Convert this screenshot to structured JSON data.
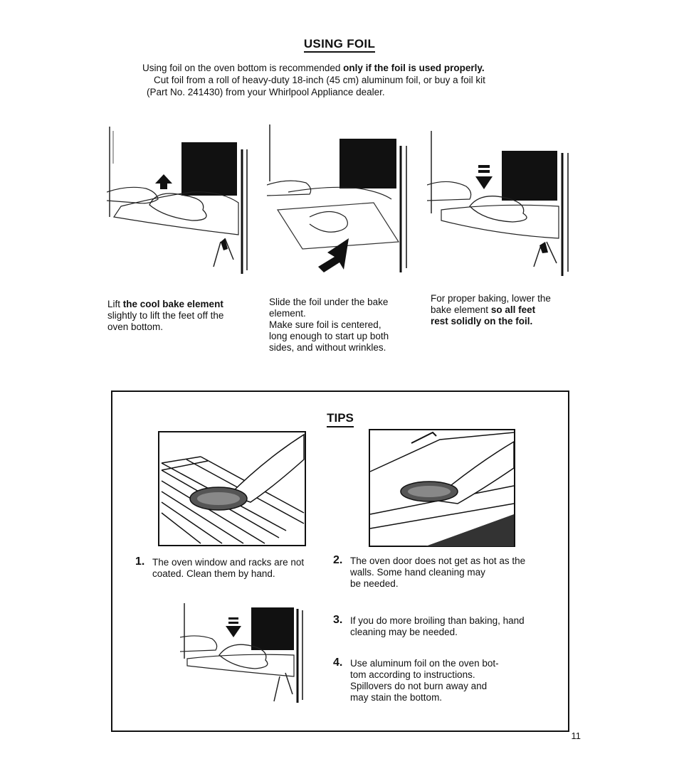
{
  "page": {
    "title": "USING FOIL",
    "page_number": "11"
  },
  "intro": {
    "line1_regular": "Using foil on the oven bottom is recommended ",
    "line1_bold": "only if the foil is used properly.",
    "line2": "Cut foil from a roll of heavy-duty 18-inch (45 cm) aluminum foil, or buy a foil kit",
    "line3": "(Part No. 241430) from your Whirlpool Appliance dealer."
  },
  "steps": [
    {
      "caption_parts": {
        "a_regular": "Lift ",
        "a_bold": "the cool bake element",
        "b": "slightly to lift the feet off the",
        "c": "oven bottom."
      }
    },
    {
      "caption_lines": [
        "Slide the foil under the bake",
        "element.",
        "Make sure foil is centered,",
        "long enough to start up both",
        "sides, and without wrinkles."
      ]
    },
    {
      "caption_parts": {
        "a": "For proper baking, lower the",
        "b_regular": "bake element ",
        "b_bold": "so all feet",
        "c_bold": "rest solidly on the foil."
      }
    }
  ],
  "tips": {
    "title": "TIPS",
    "items": [
      {
        "number": "1.",
        "lines": [
          "The oven window and racks are not",
          "coated. Clean them by hand."
        ]
      },
      {
        "number": "2.",
        "lines": [
          "The oven door does not get as hot as the",
          "walls. Some hand cleaning may",
          "be needed."
        ]
      },
      {
        "number": "3.",
        "lines": [
          "If you do more broiling than baking, hand",
          "cleaning may be needed."
        ]
      },
      {
        "number": "4.",
        "lines": [
          "Use aluminum foil on the oven bot-",
          "tom according to instructions.",
          "Spillovers do not burn away and",
          "may stain the bottom."
        ]
      }
    ]
  },
  "icons": {
    "up_arrow": "up-arrow-icon",
    "down_arrow": "down-arrow-icon",
    "push_arrow": "diagonal-arrow-icon"
  }
}
